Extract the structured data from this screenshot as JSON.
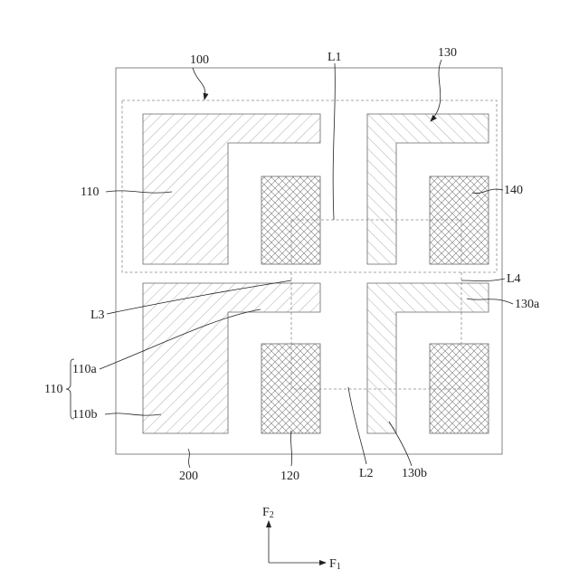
{
  "labels": {
    "ref_100": "100",
    "ref_130": "130",
    "ref_L1": "L1",
    "ref_110": "110",
    "ref_140": "140",
    "ref_L4": "L4",
    "ref_130a": "130a",
    "ref_L3": "L3",
    "ref_110a": "110a",
    "ref_110_group": "110",
    "ref_110b": "110b",
    "ref_200": "200",
    "ref_120": "120",
    "ref_L2": "L2",
    "ref_130b": "130b"
  },
  "axes": {
    "f1_main": "F",
    "f1_sub": "1",
    "f2_main": "F",
    "f2_sub": "2"
  },
  "colors": {
    "outline": "#666666",
    "hatch": "#888888",
    "text": "#222222",
    "dashed": "#888888"
  }
}
